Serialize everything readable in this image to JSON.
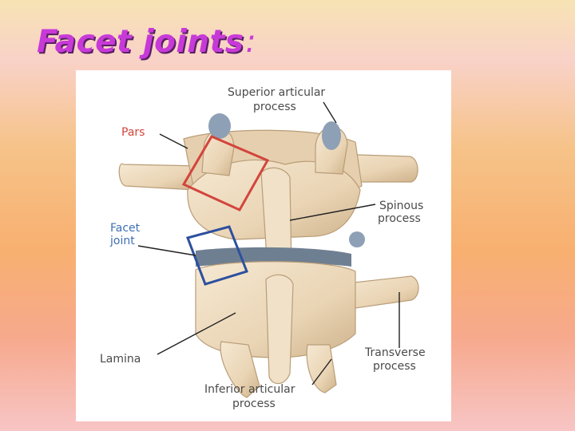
{
  "slide": {
    "title": "Facet joints",
    "title_suffix": ":"
  },
  "figure": {
    "labels": {
      "superior_articular_line1": "Superior articular",
      "superior_articular_line2": "process",
      "pars": "Pars",
      "facet_joint_line1": "Facet",
      "facet_joint_line2": "joint",
      "spinous_line1": "Spinous",
      "spinous_line2": "process",
      "lamina": "Lamina",
      "transverse_line1": "Transverse",
      "transverse_line2": "process",
      "inferior_articular_line1": "Inferior articular",
      "inferior_articular_line2": "process"
    },
    "colors": {
      "bone": "#eedcc0",
      "bone_shadow": "#c9ab84",
      "cartilage": "#8ea0b5",
      "pars_box": "#d2453c",
      "facet_box": "#2c4f9e",
      "leader": "#222222"
    }
  }
}
